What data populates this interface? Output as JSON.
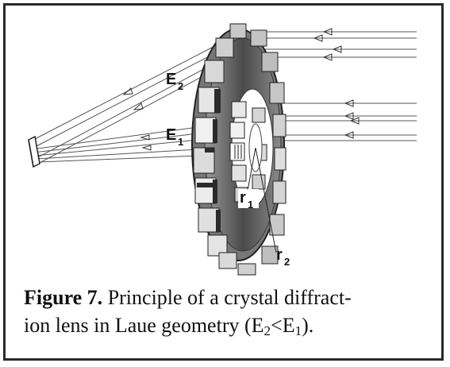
{
  "labels": {
    "E2": {
      "main": "E",
      "sub": "2"
    },
    "E1": {
      "main": "E",
      "sub": "1"
    },
    "r1": {
      "main": "r",
      "sub": "1"
    },
    "r2": {
      "main": "r",
      "sub": "2"
    }
  },
  "caption": {
    "figure_label": "Figure 7.",
    "line1": " Principle of a crystal diffract-",
    "line2_prefix": "ion lens in Laue geometry (E",
    "line2_sub1": "2",
    "line2_mid": "<E",
    "line2_sub2": "1",
    "line2_suffix": ")."
  },
  "colors": {
    "ink": "#111111",
    "frame": "#2a2a2a",
    "ray": "#555555",
    "crystal_dark": "#2b2b2b",
    "crystal_light": "#e6e6e6"
  }
}
